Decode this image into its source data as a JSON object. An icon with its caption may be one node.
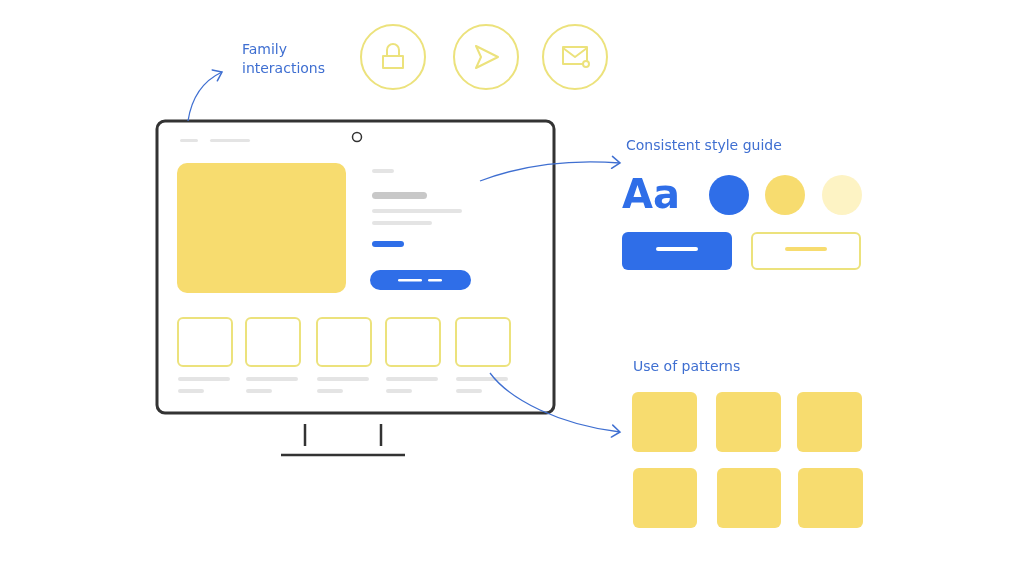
{
  "diagram": {
    "nodes": [
      {
        "text": [
          "Family interactions"
        ]
      },
      {
        "text": [
          "Consistent style guide"
        ]
      },
      {
        "text": [
          "Use of patterns"
        ]
      },
      {
        "text": [],
        "shape": "picture"
      },
      {
        "text": [],
        "shape": "box"
      },
      {
        "text": [],
        "shape": "box"
      },
      {
        "text": [],
        "shape": "box"
      },
      {
        "text": [],
        "shape": "box"
      },
      {
        "text": [],
        "shape": "box"
      },
      {
        "text": [],
        "shape": "box"
      }
    ],
    "edges": [
      {
        "from": 3,
        "to": 0,
        "arrow": "to"
      },
      {
        "from": 3,
        "to": 1,
        "arrow": "to"
      },
      {
        "from": 3,
        "to": 4,
        "arrow": "to"
      }
    ],
    "labels": [
      "Aa"
    ]
  }
}
